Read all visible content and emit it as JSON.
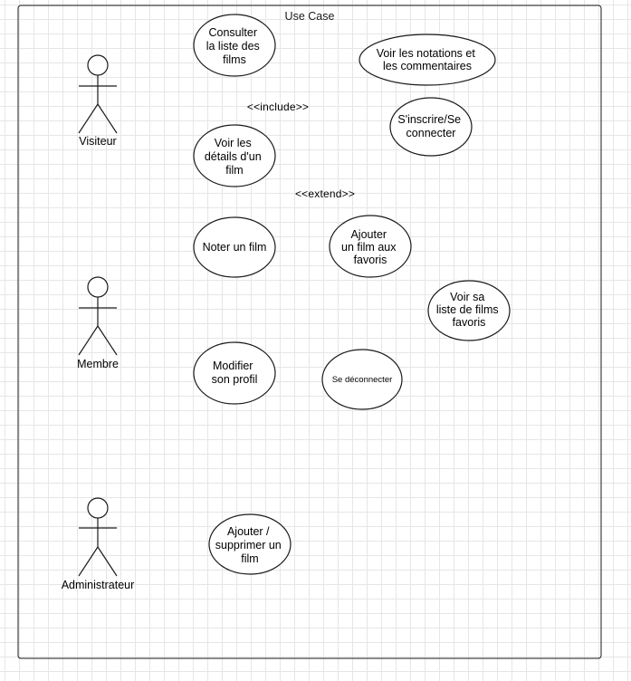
{
  "boundary": {
    "title": "Use Case"
  },
  "actors": [
    {
      "id": "visiteur",
      "label": "Visiteur"
    },
    {
      "id": "membre",
      "label": "Membre"
    },
    {
      "id": "administrateur",
      "label": "Administrateur"
    }
  ],
  "use_cases": [
    {
      "id": "consulter-liste",
      "lines": [
        "Consulter",
        "la liste des",
        "films"
      ]
    },
    {
      "id": "voir-notations",
      "lines": [
        "Voir les notations et",
        "les commentaires"
      ]
    },
    {
      "id": "inscrire",
      "lines": [
        "S'inscrire/Se",
        "connecter"
      ]
    },
    {
      "id": "voir-details",
      "lines": [
        "Voir les",
        "détails d'un",
        "film"
      ]
    },
    {
      "id": "noter-film",
      "lines": [
        "Noter un film"
      ]
    },
    {
      "id": "ajouter-favoris",
      "lines": [
        "Ajouter",
        "un film aux",
        "favoris"
      ]
    },
    {
      "id": "voir-favoris",
      "lines": [
        "Voir sa",
        "liste de films",
        "favoris"
      ]
    },
    {
      "id": "modifier-profil",
      "lines": [
        "Modifier",
        "son profil"
      ]
    },
    {
      "id": "se-deconnecter",
      "lines": [
        "Se déconnecter"
      ]
    },
    {
      "id": "ajouter-supprimer",
      "lines": [
        "Ajouter /",
        "supprimer un",
        "film"
      ]
    }
  ],
  "relationships": [
    {
      "id": "include",
      "label": "<<include>>"
    },
    {
      "id": "extend",
      "label": "<<extend>>"
    }
  ],
  "colors": {
    "stroke": "#1a1a1a",
    "grid": "#e6e6e6",
    "background": "#ffffff"
  }
}
